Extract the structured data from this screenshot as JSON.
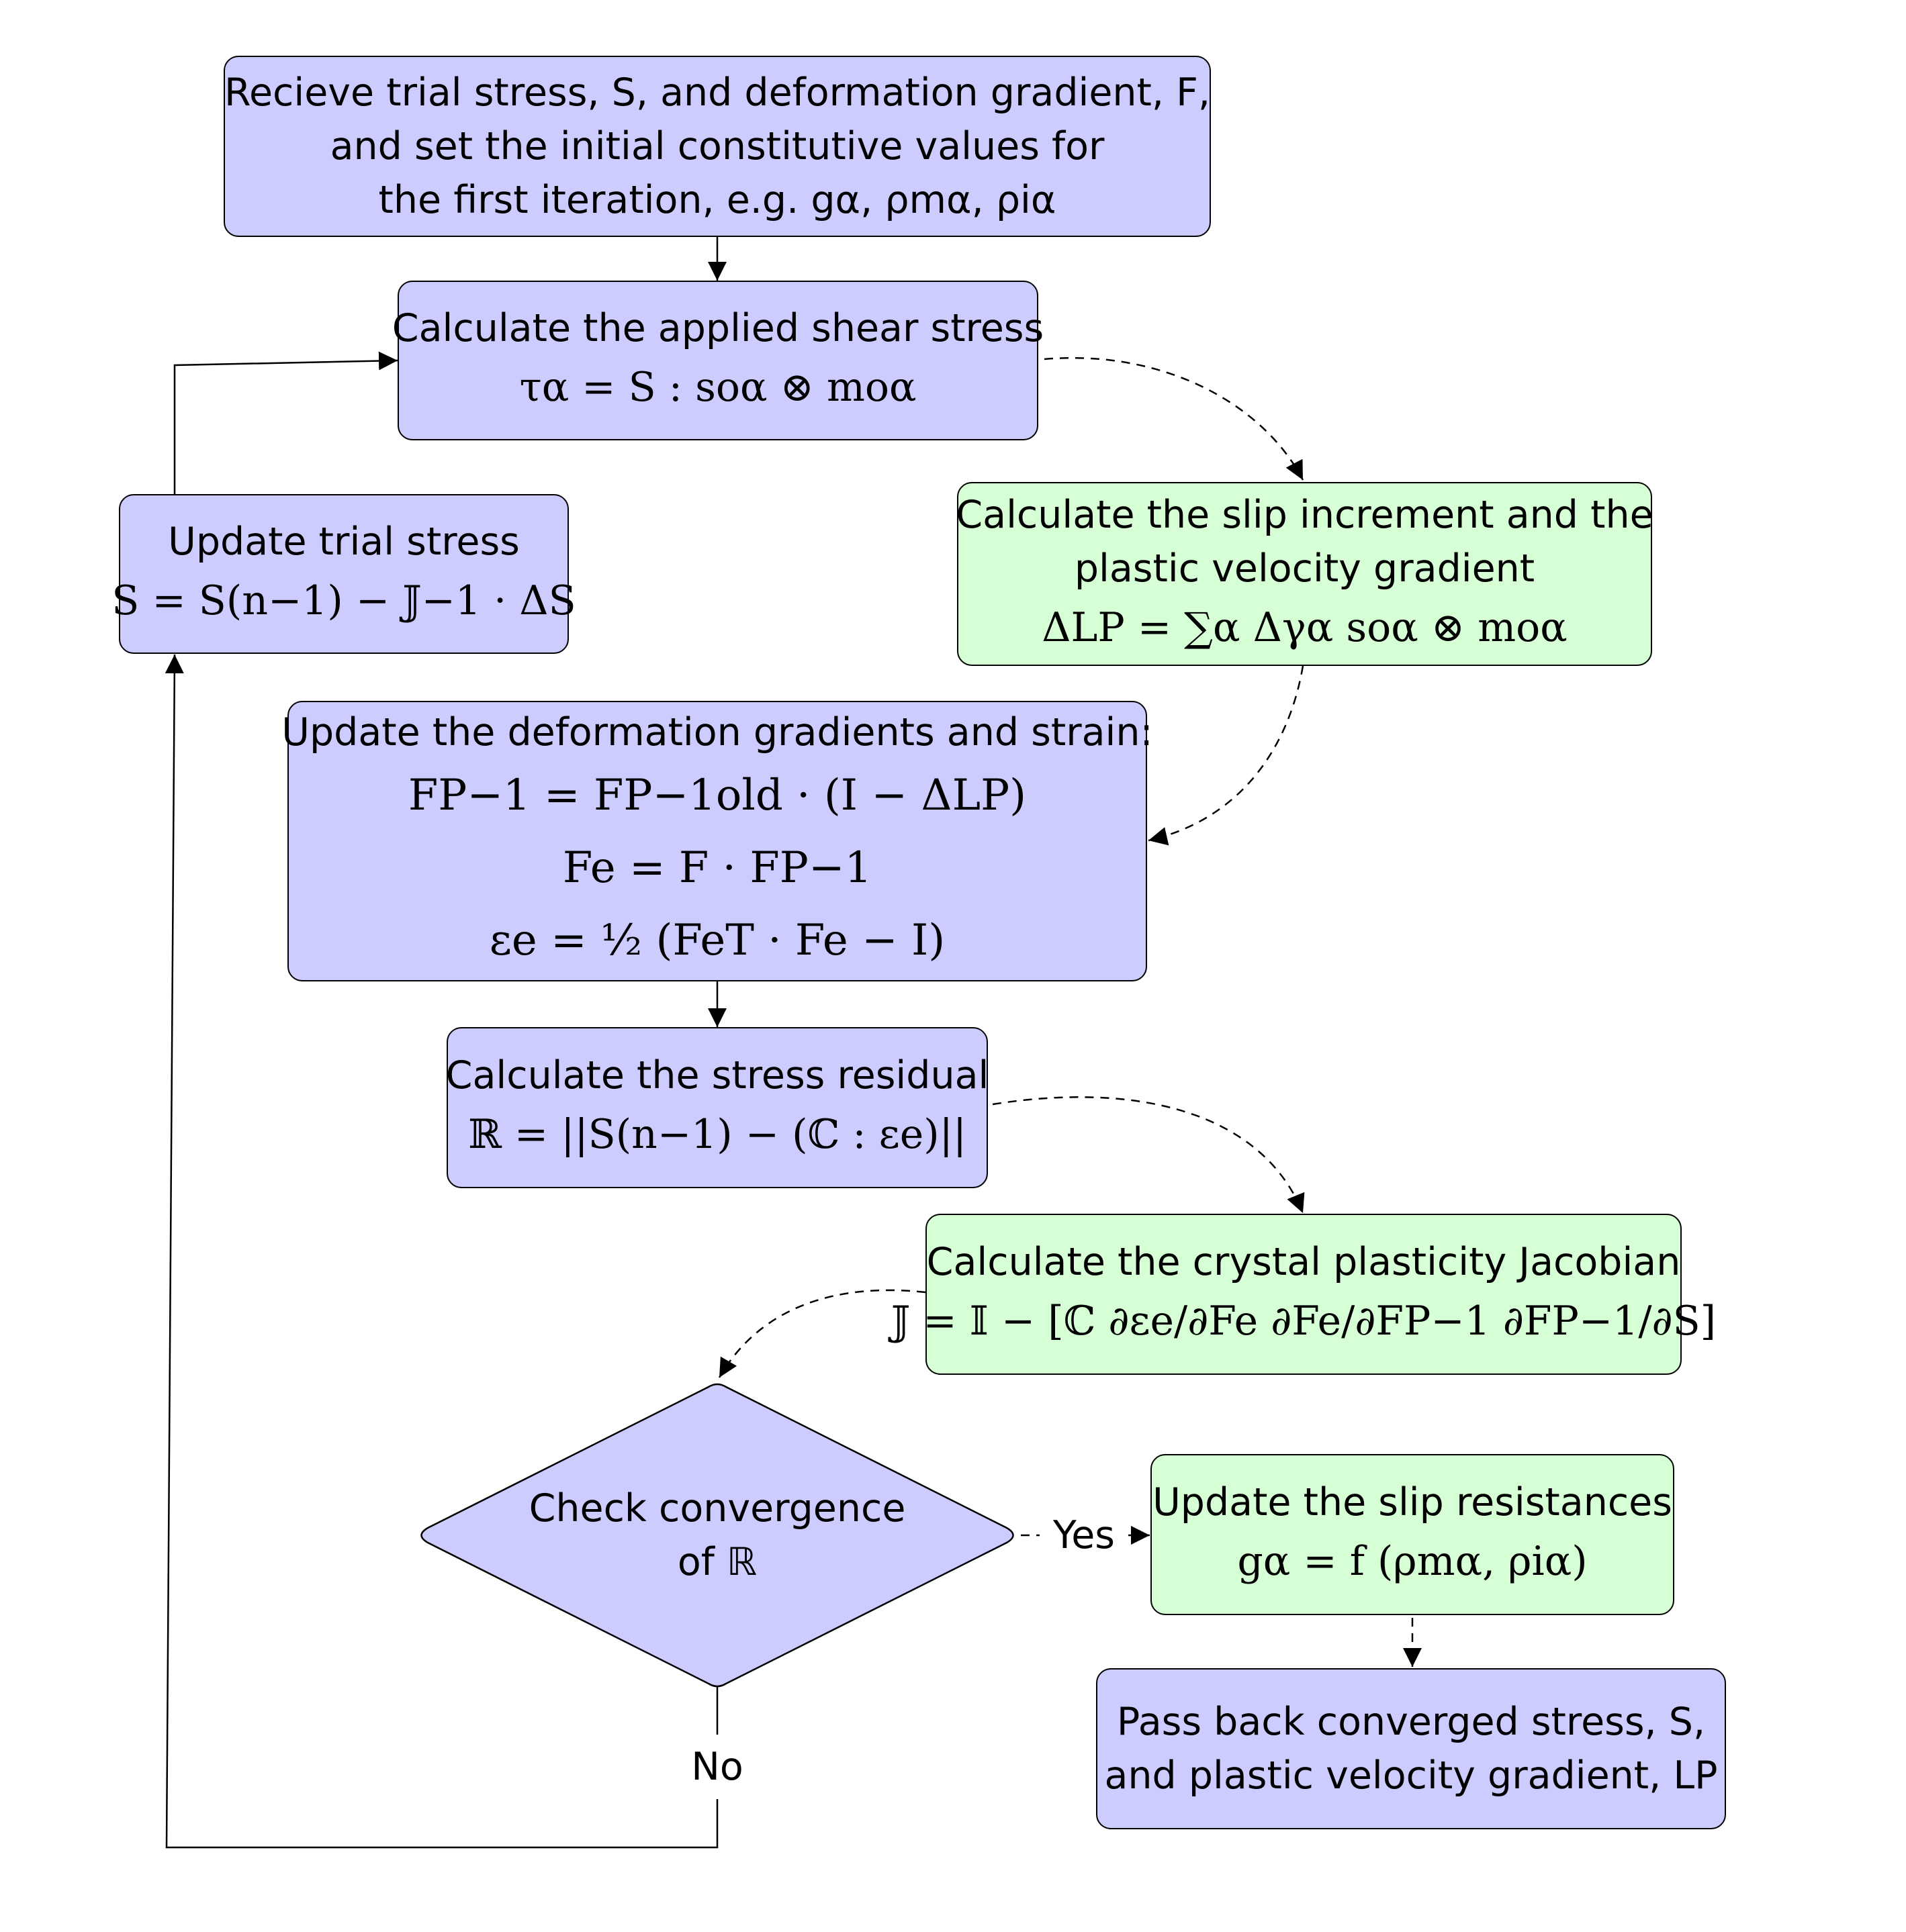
{
  "nodes": {
    "receive": {
      "lines": [
        "Recieve trial stress, S, and deformation gradient, F,",
        "and set the initial constitutive values for",
        "the first iteration, e.g. gα, ρmα, ρiα"
      ]
    },
    "shear": {
      "title": "Calculate the applied shear stress",
      "equation": "τα = S : soα ⊗ moα"
    },
    "update_trial": {
      "title": "Update trial stress",
      "equation": "S = S(n−1) − 𝕁−1 · ΔS"
    },
    "slip_increment": {
      "title_lines": [
        "Calculate the slip increment and the",
        "plastic velocity gradient"
      ],
      "equation": "ΔLP = ∑α Δγα soα ⊗ moα"
    },
    "deformation": {
      "title": "Update the deformation gradients and strain:",
      "equations": [
        "FP−1 = FP−1old · (I − ΔLP)",
        "Fe = F · FP−1",
        "εe = ½ (FeT · Fe − I)"
      ]
    },
    "residual": {
      "title": "Calculate the stress residual",
      "equation": "ℝ = ||S(n−1) − (ℂ : εe)||"
    },
    "jacobian": {
      "title": "Calculate the crystal plasticity Jacobian",
      "equation": "𝕁 = 𝕀 − [ℂ ∂εe/∂Fe ∂Fe/∂FP−1 ∂FP−1/∂S]"
    },
    "convergence": {
      "lines": [
        "Check convergence",
        "of ℝ"
      ]
    },
    "slip_resistance": {
      "title": "Update the slip resistances",
      "equation": "gα = f (ρmα, ρiα)"
    },
    "pass_back": {
      "lines": [
        "Pass back converged stress, S,",
        "and plastic velocity gradient, LP"
      ]
    }
  },
  "edge_labels": {
    "yes": "Yes",
    "no": "No"
  },
  "colors": {
    "process": "#ccccff",
    "highlight": "#d6ffd6",
    "stroke": "#000000"
  }
}
